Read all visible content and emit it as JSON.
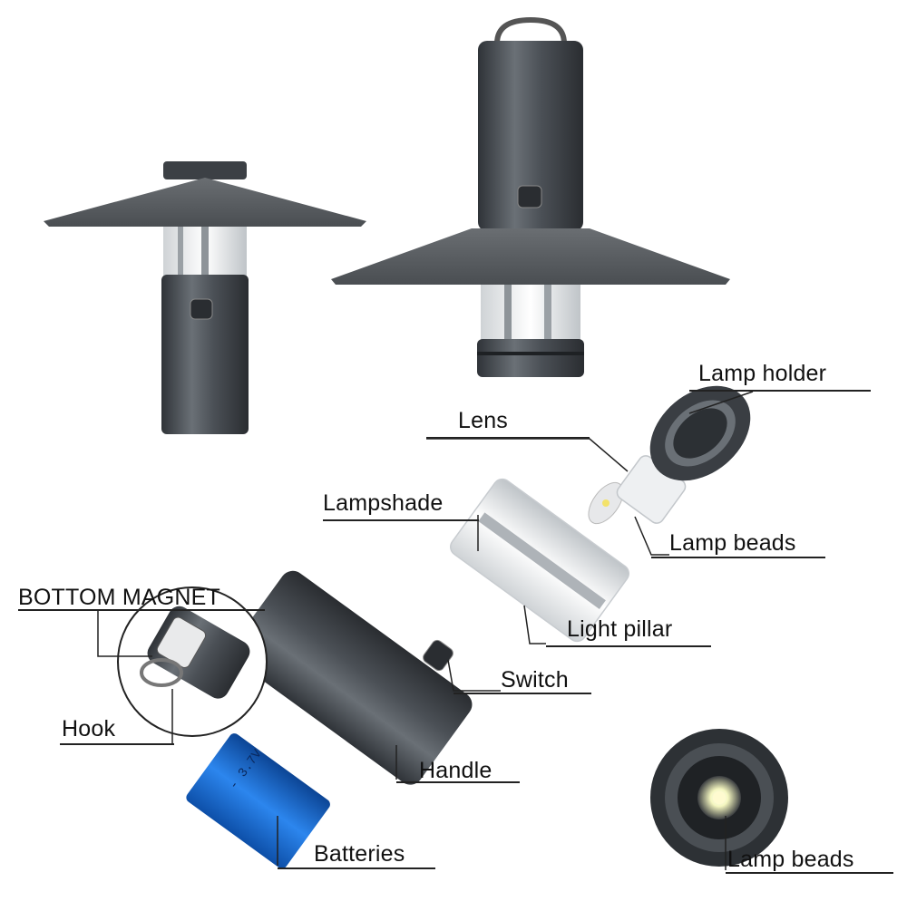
{
  "labels": {
    "lamp_holder": "Lamp holder",
    "lens": "Lens",
    "lampshade": "Lampshade",
    "lamp_beads_top": "Lamp beads",
    "bottom_magnet": "BOTTOM MAGNET",
    "light_pillar": "Light pillar",
    "switch": "Switch",
    "hook": "Hook",
    "handle": "Handle",
    "batteries": "Batteries",
    "lamp_beads_bottom": "Lamp beads"
  },
  "battery_marking": "- 3.7V",
  "colors": {
    "lamp_body": "#4a4f55",
    "shade": "#5b5f63",
    "battery": "#1f6fd1",
    "line": "#222222"
  }
}
